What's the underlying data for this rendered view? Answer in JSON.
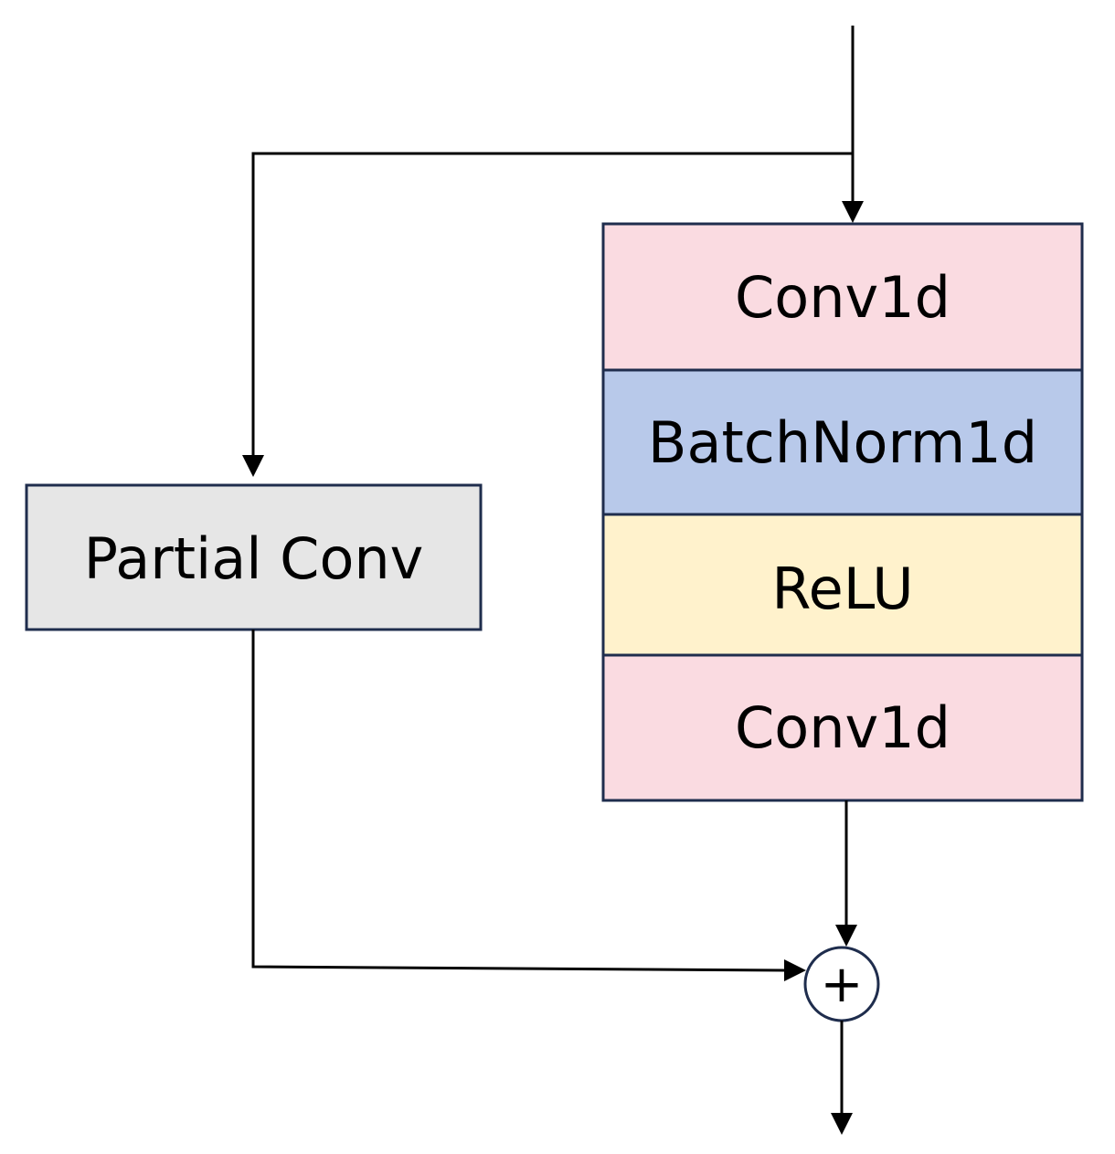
{
  "diagram": {
    "partial_conv": {
      "label": "Partial Conv",
      "fill": "#e6e6e6"
    },
    "stack": [
      {
        "label": "Conv1d",
        "fill": "#fadbe1"
      },
      {
        "label": "BatchNorm1d",
        "fill": "#b8c9ea"
      },
      {
        "label": "ReLU",
        "fill": "#fff2cc"
      },
      {
        "label": "Conv1d",
        "fill": "#fadbe1"
      }
    ],
    "adder": {
      "symbol": "+"
    },
    "colors": {
      "border": "#1f2d4d",
      "line": "#000000",
      "background": "#ffffff"
    }
  }
}
